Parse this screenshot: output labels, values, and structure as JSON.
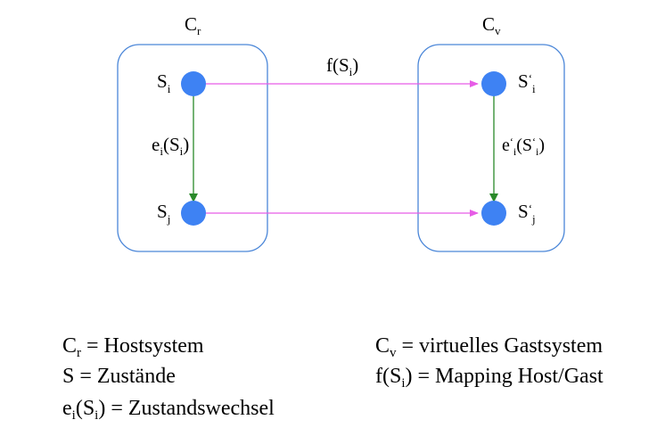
{
  "diagram": {
    "left_box": {
      "label_main": "C",
      "label_sub": "r"
    },
    "right_box": {
      "label_main": "C",
      "label_sub": "v"
    },
    "nodes": {
      "si": {
        "main": "S",
        "sub": "i"
      },
      "sj": {
        "main": "S",
        "sub": "j"
      },
      "spi": {
        "main": "S",
        "prime": "‘",
        "sub": "i"
      },
      "spj": {
        "main": "S",
        "prime": "‘",
        "sub": "j"
      }
    },
    "arrows": {
      "mapping_label": {
        "main": "f(S",
        "sub": "i",
        "tail": ")"
      },
      "left_transition": {
        "main": "e",
        "sub1": "i",
        "mid": "(S",
        "sub2": "i",
        "tail": ")"
      },
      "right_transition": {
        "main": "e",
        "prime1": "‘",
        "sub1": "i",
        "mid": "(S",
        "prime2": "‘",
        "sub2": "i",
        "tail": ")"
      }
    },
    "colors": {
      "box_stroke": "#4a86d8",
      "node_fill": "#3e82f3",
      "mapping_arrow": "#e65ce6",
      "transition_arrow": "#2a8a2a"
    }
  },
  "legend": {
    "cr": {
      "main": "C",
      "sub": "r",
      "rest": " = Hostsystem"
    },
    "s": {
      "text": "S = Zustände"
    },
    "ei": {
      "main": "e",
      "sub1": "i",
      "mid": "(S",
      "sub2": "i",
      "rest": ") = Zustandswechsel"
    },
    "cv": {
      "main": "C",
      "sub": "v",
      "rest": " = virtuelles Gastsystem"
    },
    "f": {
      "main": "f(S",
      "sub": "i",
      "rest": ") = Mapping Host/Gast"
    }
  }
}
